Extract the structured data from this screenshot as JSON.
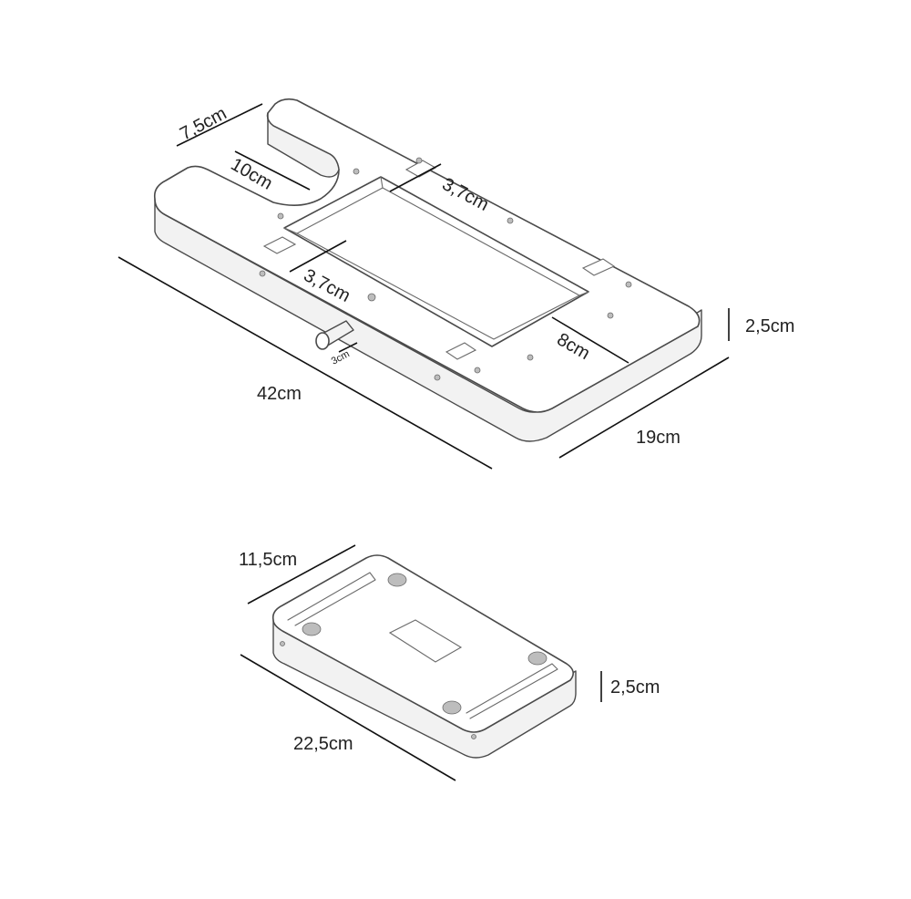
{
  "large_tray": {
    "dimensions": {
      "slot_width": "7,5cm",
      "slot_depth": "10cm",
      "rail_top": "3,7cm",
      "rail_bottom": "3,7cm",
      "pin": "3cm",
      "length": "42cm",
      "width": "19cm",
      "height": "2,5cm",
      "inner_width": "8cm"
    }
  },
  "small_plate": {
    "dimensions": {
      "width": "11,5cm",
      "length": "22,5cm",
      "height": "2,5cm"
    }
  }
}
